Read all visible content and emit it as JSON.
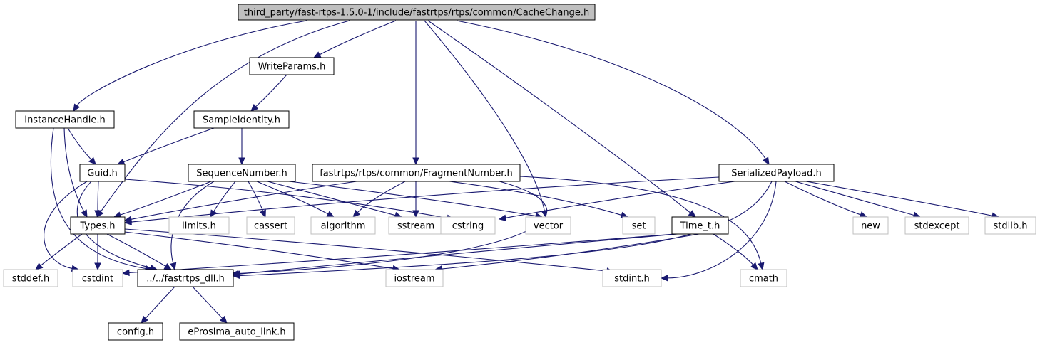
{
  "graph": {
    "root": "third_party/fast-rtps-1.5.0-1/include/fastrtps/rtps/common/CacheChange.h",
    "colors": {
      "edge": "#191970",
      "root_fill": "#bfbfbf",
      "root_border": "#000000",
      "documented_border": "#000000",
      "external_border": "#bfbfbf",
      "external_text": "#000000"
    },
    "nodes": [
      {
        "id": "cachechange",
        "label": "third_party/fast-rtps-1.5.0-1/include/fastrtps/rtps/common/CacheChange.h",
        "kind": "root"
      },
      {
        "id": "writeparams",
        "label": "WriteParams.h",
        "kind": "documented"
      },
      {
        "id": "instancehandle",
        "label": "InstanceHandle.h",
        "kind": "documented"
      },
      {
        "id": "sampleidentity",
        "label": "SampleIdentity.h",
        "kind": "documented"
      },
      {
        "id": "guid",
        "label": "Guid.h",
        "kind": "documented"
      },
      {
        "id": "sequencenumber",
        "label": "SequenceNumber.h",
        "kind": "documented"
      },
      {
        "id": "fragmentnumber",
        "label": "fastrtps/rtps/common/FragmentNumber.h",
        "kind": "documented"
      },
      {
        "id": "serializedpayload",
        "label": "SerializedPayload.h",
        "kind": "documented"
      },
      {
        "id": "types",
        "label": "Types.h",
        "kind": "documented"
      },
      {
        "id": "limits",
        "label": "limits.h",
        "kind": "external"
      },
      {
        "id": "cassert",
        "label": "cassert",
        "kind": "external"
      },
      {
        "id": "algorithm",
        "label": "algorithm",
        "kind": "external"
      },
      {
        "id": "sstream",
        "label": "sstream",
        "kind": "external"
      },
      {
        "id": "cstring",
        "label": "cstring",
        "kind": "external"
      },
      {
        "id": "vector",
        "label": "vector",
        "kind": "external"
      },
      {
        "id": "set",
        "label": "set",
        "kind": "external"
      },
      {
        "id": "time_t",
        "label": "Time_t.h",
        "kind": "documented"
      },
      {
        "id": "new",
        "label": "new",
        "kind": "external"
      },
      {
        "id": "stdexcept",
        "label": "stdexcept",
        "kind": "external"
      },
      {
        "id": "stdlib",
        "label": "stdlib.h",
        "kind": "external"
      },
      {
        "id": "stddef",
        "label": "stddef.h",
        "kind": "external"
      },
      {
        "id": "cstdint",
        "label": "cstdint",
        "kind": "external"
      },
      {
        "id": "fastrtps_dll",
        "label": "../../fastrtps_dll.h",
        "kind": "documented"
      },
      {
        "id": "iostream",
        "label": "iostream",
        "kind": "external"
      },
      {
        "id": "stdint",
        "label": "stdint.h",
        "kind": "external"
      },
      {
        "id": "cmath",
        "label": "cmath",
        "kind": "external"
      },
      {
        "id": "config",
        "label": "config.h",
        "kind": "documented"
      },
      {
        "id": "eprosima_auto_link",
        "label": "eProsima_auto_link.h",
        "kind": "documented"
      }
    ],
    "edges": [
      {
        "from": "cachechange",
        "to": "instancehandle"
      },
      {
        "from": "cachechange",
        "to": "types"
      },
      {
        "from": "cachechange",
        "to": "writeparams"
      },
      {
        "from": "cachechange",
        "to": "fragmentnumber"
      },
      {
        "from": "cachechange",
        "to": "vector"
      },
      {
        "from": "cachechange",
        "to": "time_t"
      },
      {
        "from": "cachechange",
        "to": "serializedpayload"
      },
      {
        "from": "writeparams",
        "to": "sampleidentity"
      },
      {
        "from": "sampleidentity",
        "to": "guid"
      },
      {
        "from": "sampleidentity",
        "to": "sequencenumber"
      },
      {
        "from": "instancehandle",
        "to": "guid"
      },
      {
        "from": "instancehandle",
        "to": "types"
      },
      {
        "from": "instancehandle",
        "to": "fastrtps_dll"
      },
      {
        "from": "guid",
        "to": "types"
      },
      {
        "from": "guid",
        "to": "cstdint"
      },
      {
        "from": "guid",
        "to": "fastrtps_dll"
      },
      {
        "from": "guid",
        "to": "cstring"
      },
      {
        "from": "sequencenumber",
        "to": "types"
      },
      {
        "from": "sequencenumber",
        "to": "fastrtps_dll"
      },
      {
        "from": "sequencenumber",
        "to": "limits"
      },
      {
        "from": "sequencenumber",
        "to": "cassert"
      },
      {
        "from": "sequencenumber",
        "to": "algorithm"
      },
      {
        "from": "sequencenumber",
        "to": "sstream"
      },
      {
        "from": "sequencenumber",
        "to": "vector"
      },
      {
        "from": "fragmentnumber",
        "to": "types"
      },
      {
        "from": "fragmentnumber",
        "to": "algorithm"
      },
      {
        "from": "fragmentnumber",
        "to": "sstream"
      },
      {
        "from": "fragmentnumber",
        "to": "set"
      },
      {
        "from": "fragmentnumber",
        "to": "cmath"
      },
      {
        "from": "fragmentnumber",
        "to": "fastrtps_dll"
      },
      {
        "from": "serializedpayload",
        "to": "types"
      },
      {
        "from": "serializedpayload",
        "to": "cstring"
      },
      {
        "from": "serializedpayload",
        "to": "new"
      },
      {
        "from": "serializedpayload",
        "to": "stdexcept"
      },
      {
        "from": "serializedpayload",
        "to": "stdlib"
      },
      {
        "from": "serializedpayload",
        "to": "fastrtps_dll"
      },
      {
        "from": "serializedpayload",
        "to": "stdint"
      },
      {
        "from": "types",
        "to": "stddef"
      },
      {
        "from": "types",
        "to": "cstdint"
      },
      {
        "from": "types",
        "to": "fastrtps_dll"
      },
      {
        "from": "types",
        "to": "iostream"
      },
      {
        "from": "types",
        "to": "stdint"
      },
      {
        "from": "time_t",
        "to": "fastrtps_dll"
      },
      {
        "from": "time_t",
        "to": "cstdint"
      },
      {
        "from": "time_t",
        "to": "iostream"
      },
      {
        "from": "time_t",
        "to": "cmath"
      },
      {
        "from": "fastrtps_dll",
        "to": "config"
      },
      {
        "from": "fastrtps_dll",
        "to": "eprosima_auto_link"
      }
    ]
  }
}
